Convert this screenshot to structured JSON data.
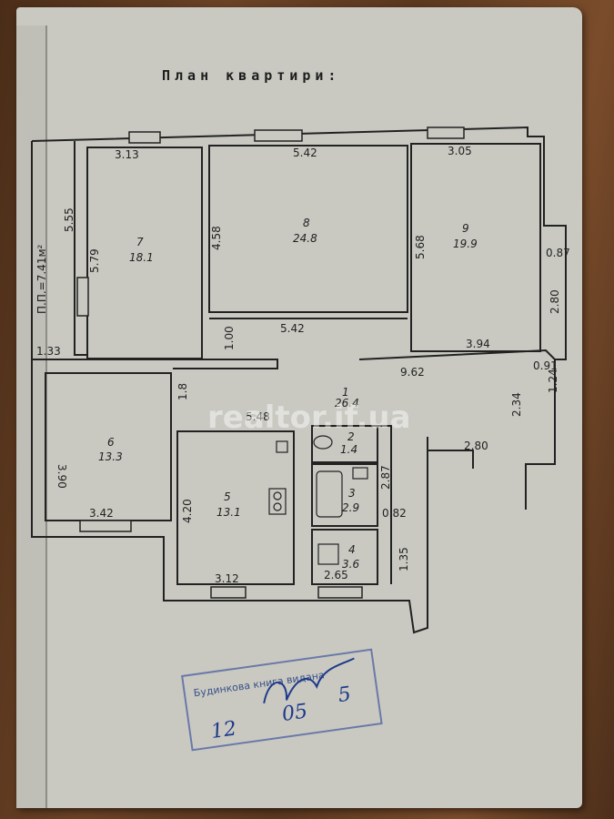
{
  "title": "План квартири:",
  "rooms": [
    {
      "id": "7",
      "area": "18.1"
    },
    {
      "id": "8",
      "area": "24.8"
    },
    {
      "id": "9",
      "area": "19.9"
    },
    {
      "id": "1",
      "area": "26.4"
    },
    {
      "id": "6",
      "area": "13.3"
    },
    {
      "id": "5",
      "area": "13.1"
    },
    {
      "id": "2",
      "area": "1.4"
    },
    {
      "id": "3",
      "area": "2.9"
    },
    {
      "id": "4",
      "area": "3.6"
    }
  ],
  "dimensions": {
    "d313": "3.13",
    "d542top": "5.42",
    "d305": "3.05",
    "d555": "5.55",
    "d579": "5.79",
    "d458": "4.58",
    "d568": "5.68",
    "d087": "0.87",
    "d280right": "2.80",
    "d542mid": "5.42",
    "d100": "1.00",
    "d133": "1.33",
    "d394": "3.94",
    "d962": "9.62",
    "d091": "0.91",
    "d124": "1.24",
    "d234": "2.34",
    "d280hall": "2.80",
    "d548": "5.48",
    "d18": "1.8",
    "d390": "3.90",
    "d342": "3.42",
    "d420": "4.20",
    "d312": "3.12",
    "d287": "2.87",
    "d082": "0.82",
    "d135": "1.35",
    "d265": "2.65",
    "balcony": "П.П.=7.41м²"
  },
  "watermark": "realtor.if.ua",
  "stamp": {
    "line1": "Будинкова книга видана",
    "line2": "12",
    "line3": "05",
    "line4": "5"
  }
}
